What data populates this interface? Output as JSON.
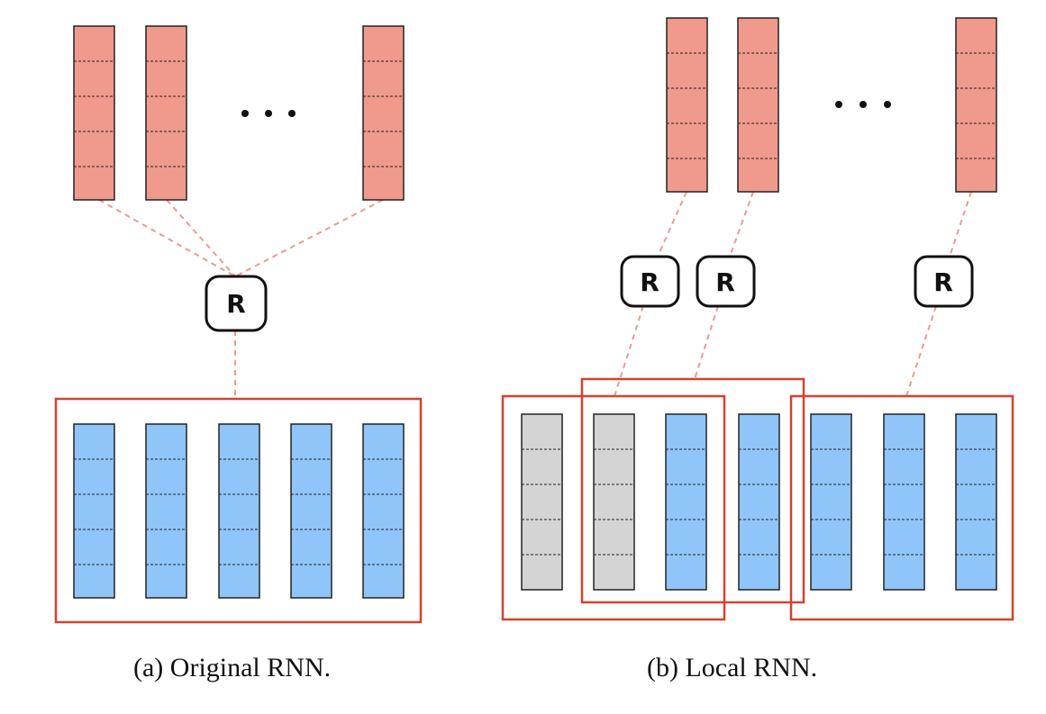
{
  "captions": {
    "a": "(a)  Original RNN.",
    "b": "(b)  Local RNN."
  },
  "node_label": "R",
  "ellipsis": "• • •",
  "colors": {
    "output_fill": "#ef9a8c",
    "input_fill": "#90c5f9",
    "padding_fill": "#d4d4d4",
    "window_border": "#d9402f",
    "connector": "#ef9a8c",
    "stroke": "#222222"
  }
}
